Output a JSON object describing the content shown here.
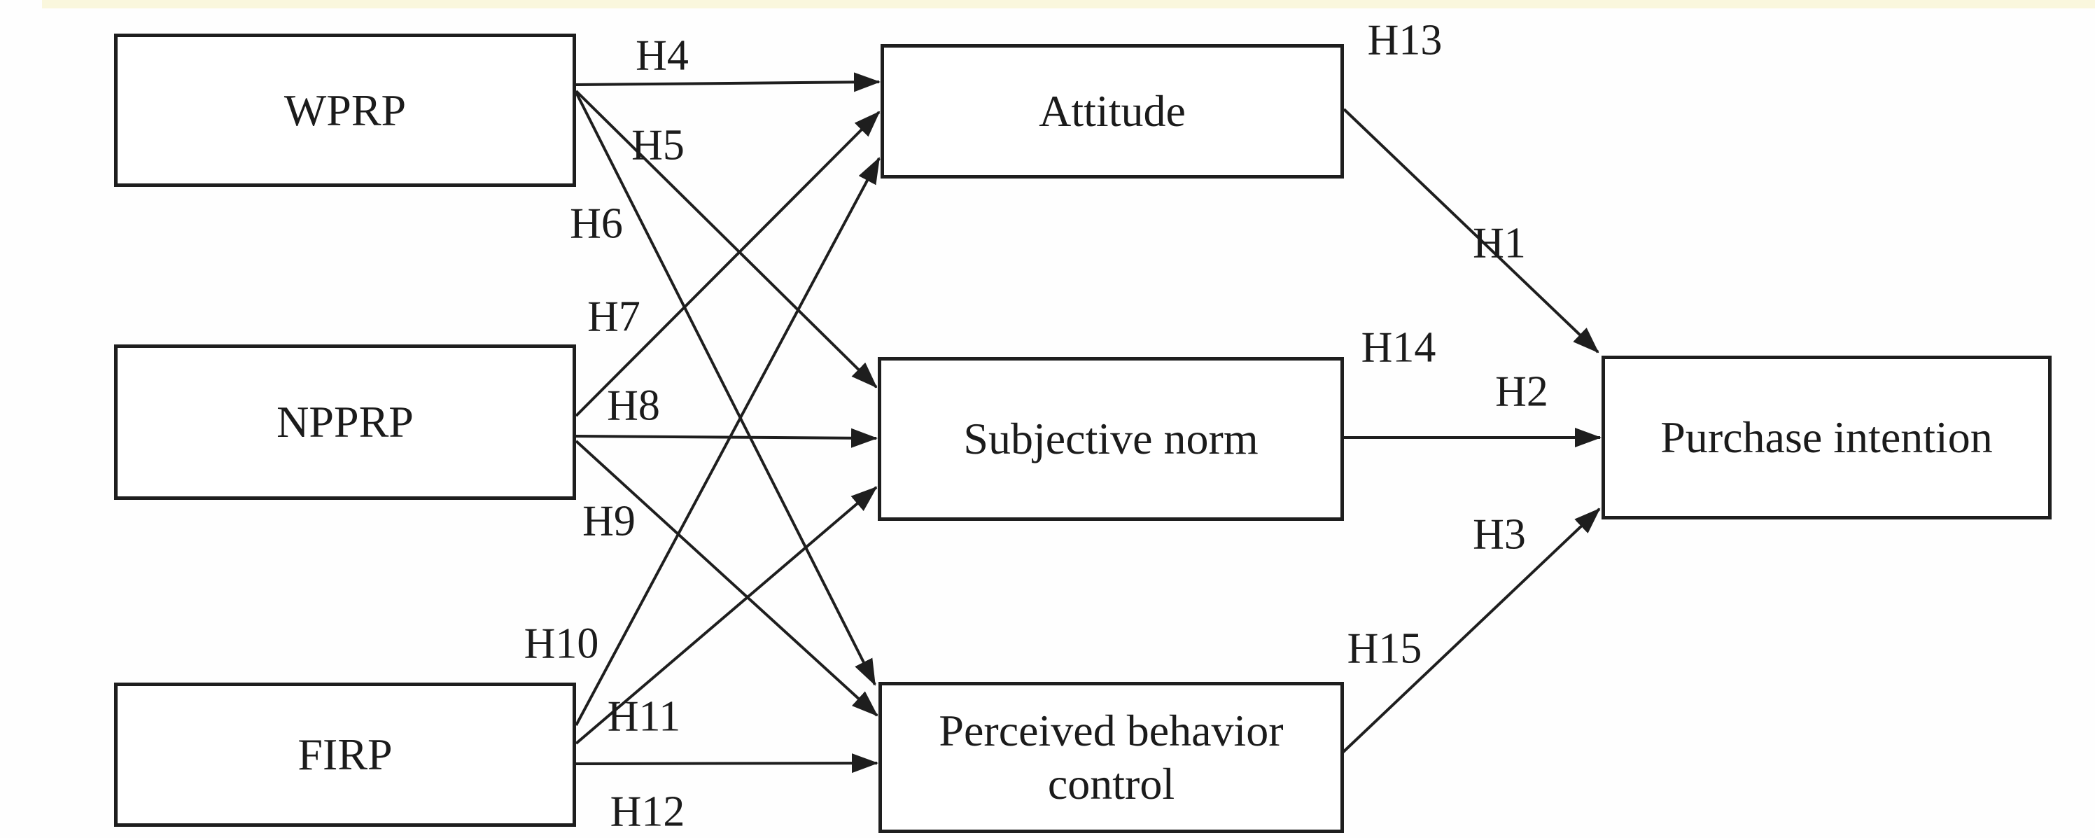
{
  "figure": {
    "nodes": {
      "wprp": {
        "label": "WPRP"
      },
      "npprp": {
        "label": "NPPRP"
      },
      "firp": {
        "label": "FIRP"
      },
      "attitude": {
        "label": "Attitude"
      },
      "subjective_norm": {
        "label": "Subjective norm"
      },
      "pbc": {
        "label": "Perceived behavior control"
      },
      "purchase_intention": {
        "label": "Purchase intention"
      }
    },
    "hypotheses": {
      "h1": "H1",
      "h2": "H2",
      "h3": "H3",
      "h4": "H4",
      "h5": "H5",
      "h6": "H6",
      "h7": "H7",
      "h8": "H8",
      "h9": "H9",
      "h10": "H10",
      "h11": "H11",
      "h12": "H12",
      "h13": "H13",
      "h14": "H14",
      "h15": "H15"
    },
    "relationships": [
      {
        "hypothesis": "H4",
        "from": "WPRP",
        "to": "Attitude"
      },
      {
        "hypothesis": "H5",
        "from": "WPRP",
        "to": "Subjective norm"
      },
      {
        "hypothesis": "H6",
        "from": "WPRP",
        "to": "Perceived behavior control"
      },
      {
        "hypothesis": "H7",
        "from": "NPPRP",
        "to": "Attitude"
      },
      {
        "hypothesis": "H8",
        "from": "NPPRP",
        "to": "Subjective norm"
      },
      {
        "hypothesis": "H9",
        "from": "NPPRP",
        "to": "Perceived behavior control"
      },
      {
        "hypothesis": "H10",
        "from": "FIRP",
        "to": "Attitude"
      },
      {
        "hypothesis": "H11",
        "from": "FIRP",
        "to": "Subjective norm"
      },
      {
        "hypothesis": "H12",
        "from": "FIRP",
        "to": "Perceived behavior control"
      },
      {
        "hypothesis": "H1",
        "from": "Attitude",
        "to": "Purchase intention"
      },
      {
        "hypothesis": "H2",
        "from": "Subjective norm",
        "to": "Purchase intention"
      },
      {
        "hypothesis": "H3",
        "from": "Perceived behavior control",
        "to": "Purchase intention"
      }
    ],
    "corner_labels": [
      {
        "label": "H13",
        "near": "Attitude"
      },
      {
        "label": "H14",
        "near": "Subjective norm"
      },
      {
        "label": "H15",
        "near": "Perceived behavior control"
      }
    ],
    "colors": {
      "ink": "#1e1e1e",
      "background": "#ffffff",
      "top_band": "#faf7dd"
    }
  }
}
